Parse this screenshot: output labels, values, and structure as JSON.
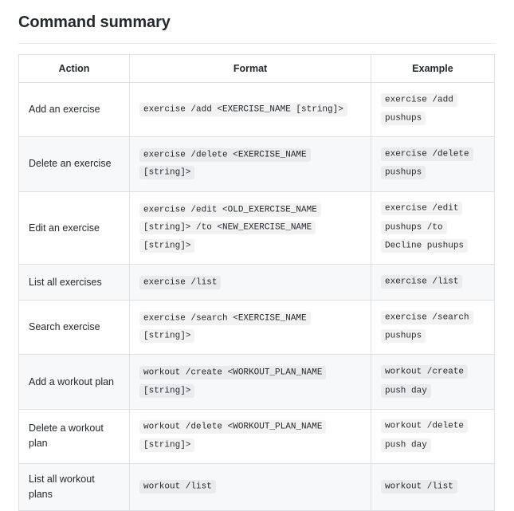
{
  "page": {
    "title": "Command summary"
  },
  "table": {
    "headers": [
      {
        "label": "Action",
        "key": "action"
      },
      {
        "label": "Format",
        "key": "format"
      },
      {
        "label": "Example",
        "key": "example"
      }
    ],
    "rows": [
      {
        "action": "Add an exercise",
        "format": "exercise /add <EXERCISE_NAME [string]>",
        "example": "exercise /add pushups"
      },
      {
        "action": "Delete an exercise",
        "format": "exercise /delete <EXERCISE_NAME [string]>",
        "example": "exercise /delete pushups"
      },
      {
        "action": "Edit an exercise",
        "format": "exercise /edit <OLD_EXERCISE_NAME [string]> /to <NEW_EXERCISE_NAME [string]>",
        "example": "exercise /edit pushups /to Decline pushups"
      },
      {
        "action": "List all exercises",
        "format": "exercise /list",
        "example": "exercise /list"
      },
      {
        "action": "Search exercise",
        "format": "exercise /search <EXERCISE_NAME [string]>",
        "example": "exercise /search pushups"
      },
      {
        "action": "Add a workout plan",
        "format": "workout /create <WORKOUT_PLAN_NAME [string]>",
        "example": "workout /create push day"
      },
      {
        "action": "Delete a workout plan",
        "format": "workout /delete <WORKOUT_PLAN_NAME [string]>",
        "example": "workout /delete push day"
      },
      {
        "action": "List all workout plans",
        "format": "workout /list",
        "example": "workout /list"
      }
    ]
  },
  "colors": {
    "text": "#24292e",
    "border": "#dfe2e5",
    "rule": "#eaecef",
    "alt_row_bg": "#f6f8fa",
    "code_bg": "rgba(27,31,35,0.06)"
  }
}
